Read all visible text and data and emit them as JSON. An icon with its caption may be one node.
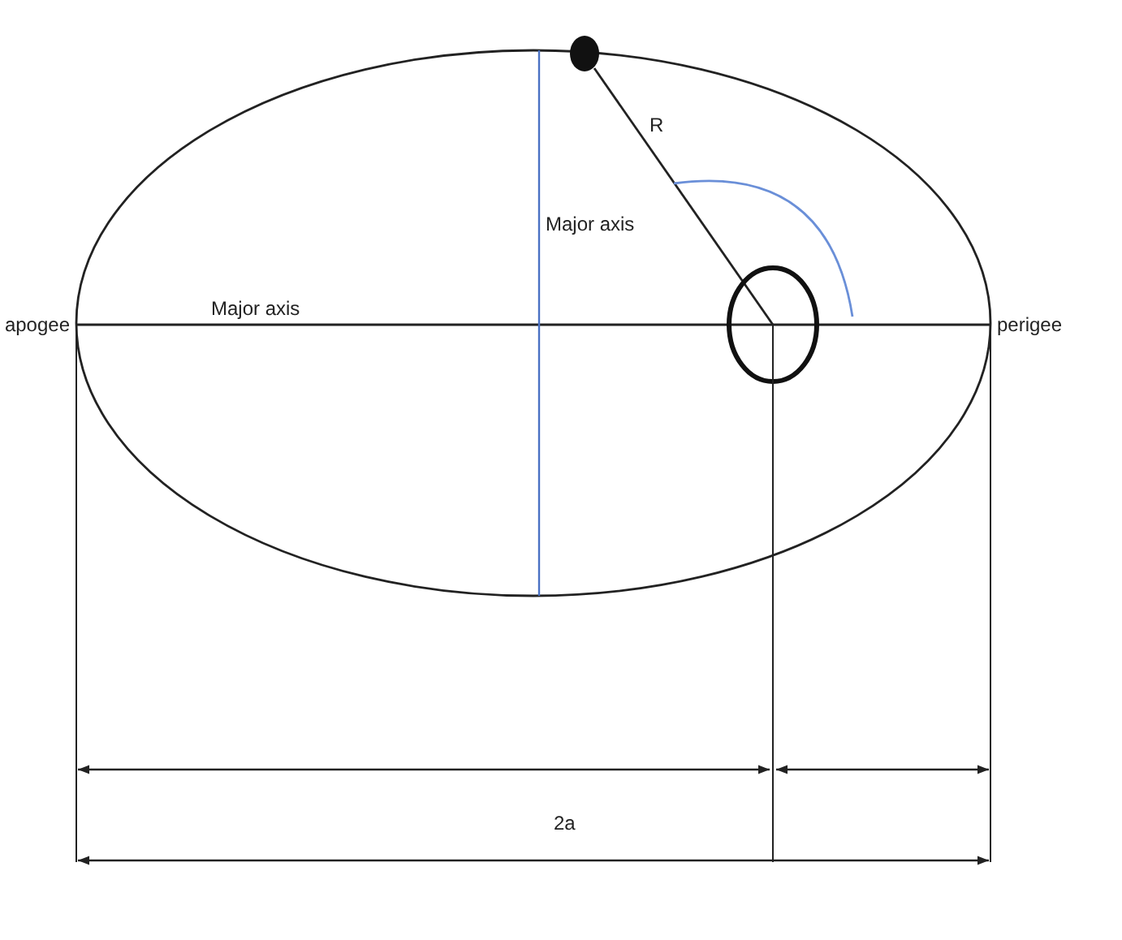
{
  "diagram": {
    "labels": [
      "R",
      "Major axis",
      "apogee",
      "Major axis",
      "perigee",
      "2a"
    ]
  }
}
